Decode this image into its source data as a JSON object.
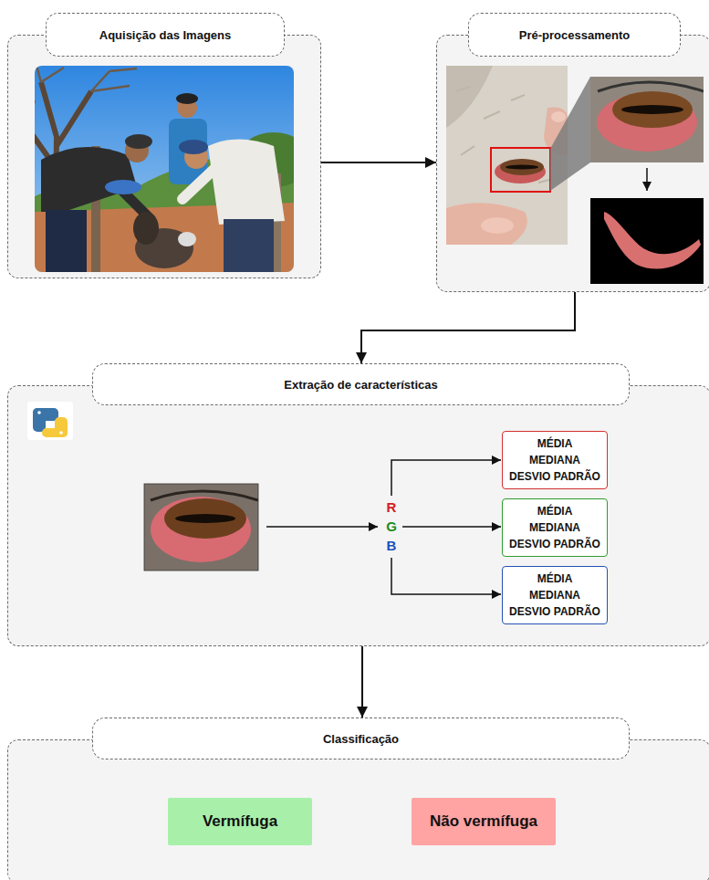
{
  "diagram": {
    "nodes": [
      {
        "text": [
          "Aquisição das Imagens"
        ]
      },
      {
        "text": [
          "Pré-processamento"
        ]
      },
      {
        "text": [
          "Extração de características"
        ]
      },
      {
        "text": [
          "MÉDIA",
          "MEDIANA",
          "DESVIO PADRÃO"
        ],
        "in": 2
      },
      {
        "text": [
          "MÉDIA",
          "MEDIANA",
          "DESVIO PADRÃO"
        ],
        "in": 2
      },
      {
        "text": [
          "MÉDIA",
          "MEDIANA",
          "DESVIO PADRÃO"
        ],
        "in": 2
      },
      {
        "text": [
          "Classificação"
        ]
      },
      {
        "text": [
          "Vermífuga"
        ],
        "in": 6
      },
      {
        "text": [
          "Não vermífuga"
        ],
        "in": 6
      }
    ],
    "edges": [
      {
        "from": 0,
        "to": 1,
        "arrow": "to"
      },
      {
        "from": 1,
        "to": 2,
        "arrow": "to"
      },
      {
        "from": 2,
        "to": 6,
        "arrow": "to"
      }
    ],
    "labels": [
      "R",
      "G",
      "B"
    ]
  }
}
